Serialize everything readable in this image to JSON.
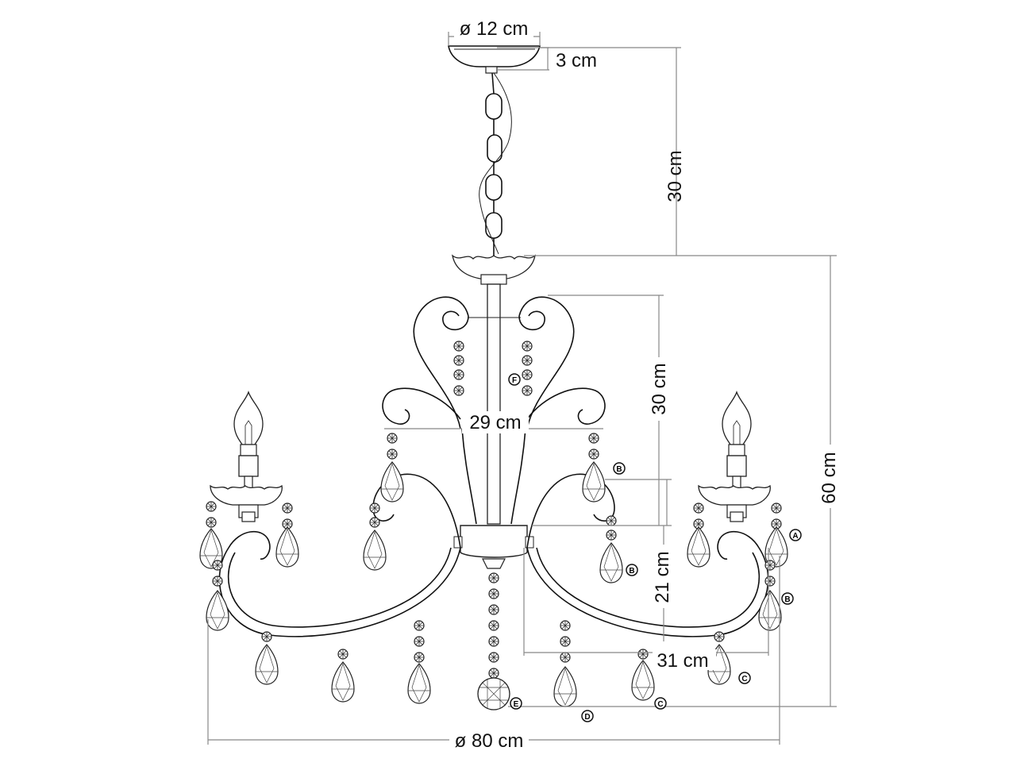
{
  "dimensions": {
    "canopy_diameter": "ø 12 cm",
    "canopy_height": "3 cm",
    "chain_length": "30 cm",
    "total_height": "60 cm",
    "upper_height": "30 cm",
    "upper_width": "29 cm",
    "lower_height": "21 cm",
    "arm_width": "31 cm",
    "overall_diameter": "ø 80 cm"
  },
  "part_labels": [
    "A",
    "B",
    "C",
    "D",
    "E",
    "F"
  ]
}
